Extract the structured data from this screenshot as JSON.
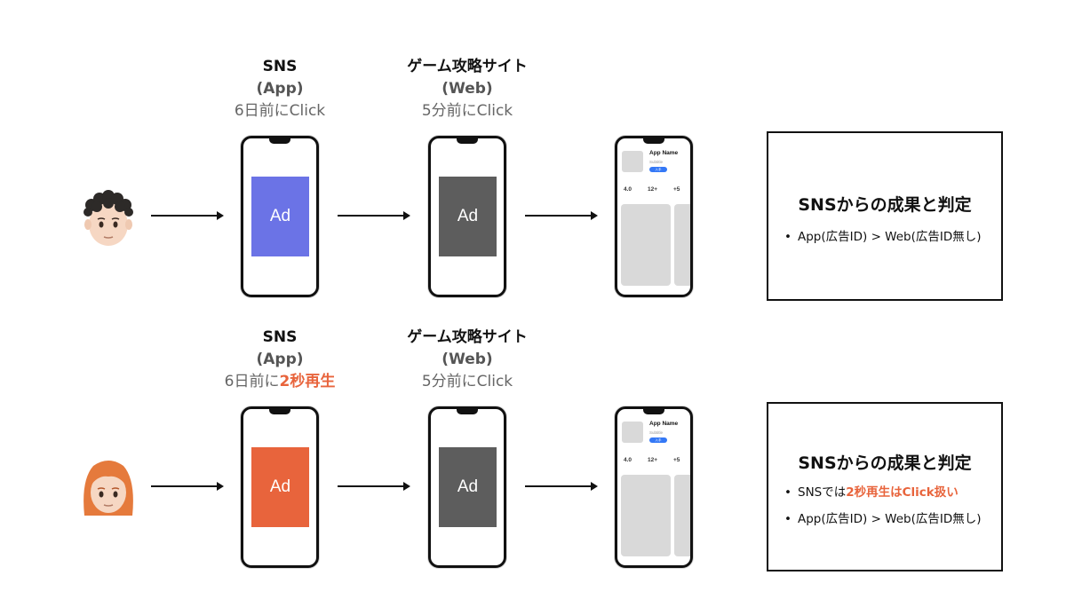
{
  "rows": [
    {
      "col1": {
        "title": "SNS",
        "type": "(App)",
        "time": "6日前にClick"
      },
      "col2": {
        "title": "ゲーム攻略サイト",
        "type": "(Web)",
        "time": "5分前にClick"
      },
      "ad1": {
        "label": "Ad",
        "color": "#6b73e6"
      },
      "ad2": {
        "label": "Ad",
        "color": "#5d5d5d"
      },
      "store": {
        "app_name": "App Name",
        "subtitle": "Subtitle",
        "get": "入手",
        "stats": [
          "4.0",
          "12+",
          "+5"
        ]
      },
      "result": {
        "title": "SNSからの成果と判定",
        "bullets": [
          "App(広告ID) > Web(広告ID無し)"
        ]
      }
    },
    {
      "col1": {
        "title": "SNS",
        "type": "(App)",
        "time_prefix": "6日前に",
        "time_highlight": "2秒再生"
      },
      "col2": {
        "title": "ゲーム攻略サイト",
        "type": "(Web)",
        "time": "5分前にClick"
      },
      "ad1": {
        "label": "Ad",
        "color": "#e8643c"
      },
      "ad2": {
        "label": "Ad",
        "color": "#5d5d5d"
      },
      "store": {
        "app_name": "App Name",
        "subtitle": "Subtitle",
        "get": "入手",
        "stats": [
          "4.0",
          "12+",
          "+5"
        ]
      },
      "result": {
        "title": "SNSからの成果と判定",
        "bullet1_prefix": "SNSでは",
        "bullet1_highlight": "2秒再生はClick扱い",
        "bullet2": "App(広告ID) > Web(広告ID無し)"
      }
    }
  ],
  "colors": {
    "highlight": "#e8643c",
    "text": "#111111"
  },
  "icons": {
    "avatar_1": "man-curly-hair-emoji",
    "avatar_2": "woman-red-hair-emoji"
  }
}
